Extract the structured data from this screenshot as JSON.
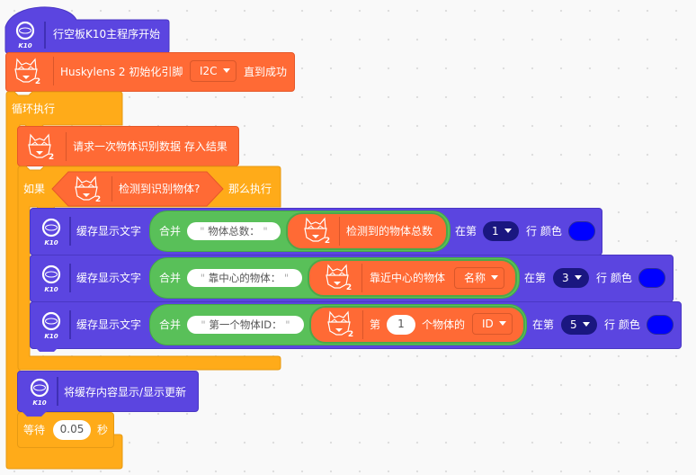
{
  "colors": {
    "k10_block": "#5b45e0",
    "huskylens_block": "#ff6a35",
    "control_block": "#ffab19",
    "operator_block": "#59c059",
    "row_dropdown": "#1a1780",
    "text_color_value": "#0000ff"
  },
  "blocks": {
    "main_start": {
      "label": "行空板K10主程序开始",
      "icon": "k10-icon",
      "icon_caption": "K10"
    },
    "husky_init": {
      "label": "Huskylens 2 初始化引脚",
      "dropdown": "I2C",
      "suffix": "直到成功",
      "icon": "huskylens2-icon",
      "icon_badge": "2"
    },
    "forever": {
      "label": "循环执行"
    },
    "request": {
      "label": "请求一次物体识别数据 存入结果",
      "icon_badge": "2"
    },
    "if_block": {
      "prefix": "如果",
      "condition": "检测到识别物体?",
      "suffix": "那么执行",
      "icon_badge": "2"
    },
    "display_rows": [
      {
        "label": "缓存显示文字",
        "join": "合并",
        "string": "物体总数：",
        "reporter": "检测到的物体总数",
        "row_prefix": "在第",
        "row_value": "1",
        "row_suffix": "行 颜色",
        "color": "#0000ff"
      },
      {
        "label": "缓存显示文字",
        "join": "合并",
        "string": "靠中心的物体：",
        "reporter": "靠近中心的物体",
        "reporter_dropdown": "名称",
        "row_prefix": "在第",
        "row_value": "3",
        "row_suffix": "行 颜色",
        "color": "#0000ff"
      },
      {
        "label": "缓存显示文字",
        "join": "合并",
        "string": "第一个物体ID：",
        "reporter_prefix": "第",
        "reporter_index": "1",
        "reporter": "个物体的",
        "reporter_dropdown": "ID",
        "row_prefix": "在第",
        "row_value": "5",
        "row_suffix": "行 颜色",
        "color": "#0000ff"
      }
    ],
    "refresh": {
      "label": "将缓存内容显示/显示更新"
    },
    "wait": {
      "prefix": "等待",
      "value": "0.05",
      "suffix": "秒"
    }
  },
  "k10_caption": "K10",
  "husky_badge": "2",
  "quote": "\""
}
